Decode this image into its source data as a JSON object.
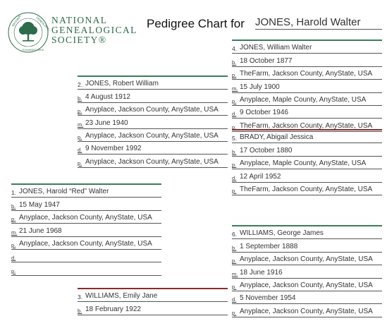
{
  "header": {
    "org_lines": [
      "NATIONAL",
      "GENEALOGICAL",
      "SOCIETY®"
    ],
    "chart_title": "Pedigree Chart for",
    "subject_name": "JONES, Harold Walter"
  },
  "persons": {
    "p1": {
      "name_num": "1.",
      "name": "JONES, Harold “Red” Walter",
      "rows": [
        {
          "prefix": "b.",
          "value": "15 May 1947"
        },
        {
          "prefix": "p.",
          "value": "Anyplace, Jackson County, AnyState, USA"
        },
        {
          "prefix": "m.",
          "value": "21 June 1968"
        },
        {
          "prefix": "p.",
          "value": "Anyplace, Jackson County, AnyState, USA"
        },
        {
          "prefix": "d.",
          "value": ""
        },
        {
          "prefix": "p.",
          "value": ""
        }
      ]
    },
    "p2": {
      "name_num": "2.",
      "name": "JONES, Robert William",
      "rows": [
        {
          "prefix": "b.",
          "value": "4 August 1912"
        },
        {
          "prefix": "p.",
          "value": "Anyplace, Jackson County, AnyState, USA"
        },
        {
          "prefix": "m.",
          "value": "23 June 1940"
        },
        {
          "prefix": "p.",
          "value": "Anyplace, Jackson County, AnyState, USA"
        },
        {
          "prefix": "d.",
          "value": "9 November 1992"
        },
        {
          "prefix": "p.",
          "value": "Anyplace, Jackson County, AnyState, USA"
        }
      ]
    },
    "p3": {
      "name_num": "3.",
      "name": "WILLIAMS, Emily Jane",
      "rows": [
        {
          "prefix": "b.",
          "value": "18 February 1922"
        }
      ]
    },
    "p4": {
      "name_num": "4.",
      "name": "JONES, William Walter",
      "rows": [
        {
          "prefix": "b.",
          "value": "18 October 1877"
        },
        {
          "prefix": "p.",
          "value": "TheFarm, Jackson County, AnyState, USA"
        },
        {
          "prefix": "m.",
          "value": "15 July 1900"
        },
        {
          "prefix": "p.",
          "value": "Anyplace, Maple County, AnyState, USA"
        },
        {
          "prefix": "d.",
          "value": "9 October 1946"
        },
        {
          "prefix": "p.",
          "value": "TheFarm, Jackson County, AnyState, USA"
        }
      ]
    },
    "p5": {
      "name_num": "5.",
      "name": "BRADY, Abigail Jessica",
      "rows": [
        {
          "prefix": "b.",
          "value": "17 October 1880"
        },
        {
          "prefix": "p.",
          "value": "Anyplace, Maple County, AnyState, USA"
        },
        {
          "prefix": "d.",
          "value": "12 April 1952"
        },
        {
          "prefix": "p.",
          "value": "TheFarm, Jackson County, AnyState, USA"
        }
      ]
    },
    "p6": {
      "name_num": "6.",
      "name": "WILLIAMS, George James",
      "rows": [
        {
          "prefix": "b.",
          "value": "1 September 1888"
        },
        {
          "prefix": "p.",
          "value": "Anyplace, Jackson County, AnyState, USA"
        },
        {
          "prefix": "m.",
          "value": "18 June 1916"
        },
        {
          "prefix": "p.",
          "value": "Anyplace, Jackson County, AnyState, USA"
        },
        {
          "prefix": "d.",
          "value": "5 November 1954"
        },
        {
          "prefix": "p.",
          "value": "Anyplace, Jackson County, AnyState, USA"
        }
      ]
    }
  },
  "colors": {
    "male_line": "#3a7d5a",
    "female_line": "#8b2a2a",
    "org_green": "#2e6b4a"
  }
}
